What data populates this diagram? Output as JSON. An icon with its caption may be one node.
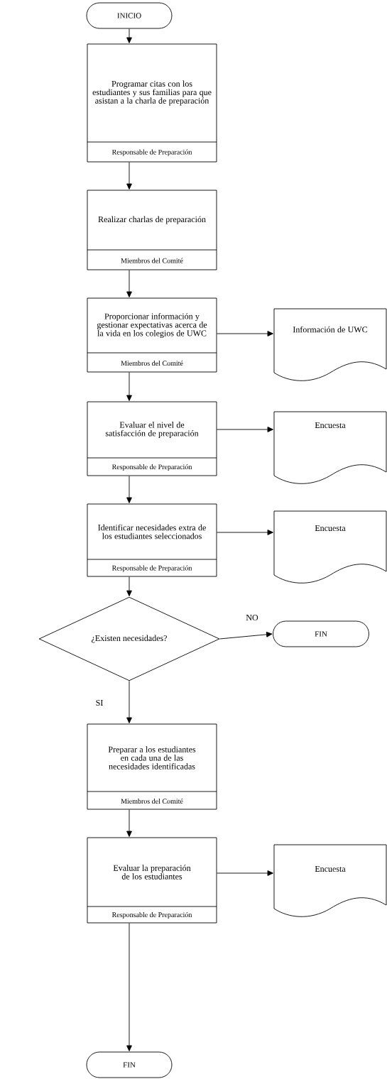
{
  "diagram": {
    "nodes": [
      {
        "text": [
          "INICIO"
        ]
      },
      {
        "text": [
          "Programar citas con los estudiantes y sus familias para que asistan a la charla de preparación",
          "Responsable de Preparación"
        ]
      },
      {
        "text": [
          "Realizar charlas de preparación",
          "Miembros del Comité"
        ]
      },
      {
        "text": [
          "Proporcionar información y gestionar expectativas acerca de la vida en los colegios de UWC",
          "Miembros del Comité"
        ]
      },
      {
        "text": [
          "Información de UWC"
        ]
      },
      {
        "text": [
          "Evaluar el nivel de satisfacción de preparación",
          "Responsable de Preparación"
        ]
      },
      {
        "text": [
          "Encuesta"
        ]
      },
      {
        "text": [
          "Identificar necesidades extra de los estudiantes seleccionados",
          "Responsable de Preparación"
        ]
      },
      {
        "text": [
          "Encuesta"
        ]
      },
      {
        "text": [
          "¿Existen necesidades?"
        ]
      },
      {
        "text": [
          "FIN"
        ]
      },
      {
        "text": [
          "Preparar a los estudiantes en cada una de las necesidades identificadas",
          "Miembros del Comité"
        ]
      },
      {
        "text": [
          "Evaluar la preparación de los estudiantes",
          "Responsable de Preparación"
        ]
      },
      {
        "text": [
          "Encuesta"
        ]
      },
      {
        "text": [
          "FIN"
        ]
      }
    ],
    "edges": [
      {
        "from": 0,
        "to": 1,
        "arrow": "to"
      },
      {
        "from": 1,
        "to": 2,
        "arrow": "to"
      },
      {
        "from": 2,
        "to": 3,
        "arrow": "to"
      },
      {
        "from": 3,
        "to": 4,
        "arrow": "to"
      },
      {
        "from": 3,
        "to": 5,
        "arrow": "to"
      },
      {
        "from": 5,
        "to": 6,
        "arrow": "to"
      },
      {
        "from": 5,
        "to": 7,
        "arrow": "to"
      },
      {
        "from": 7,
        "to": 8,
        "arrow": "to"
      },
      {
        "from": 7,
        "to": 9,
        "arrow": "to"
      },
      {
        "from": 9,
        "to": 10,
        "arrow": "to",
        "label": "NO"
      },
      {
        "from": 9,
        "to": 11,
        "arrow": "to",
        "label": "SI"
      },
      {
        "from": 11,
        "to": 12,
        "arrow": "to"
      },
      {
        "from": 12,
        "to": 13,
        "arrow": "to"
      },
      {
        "from": 12,
        "to": 14,
        "arrow": "to"
      }
    ]
  }
}
